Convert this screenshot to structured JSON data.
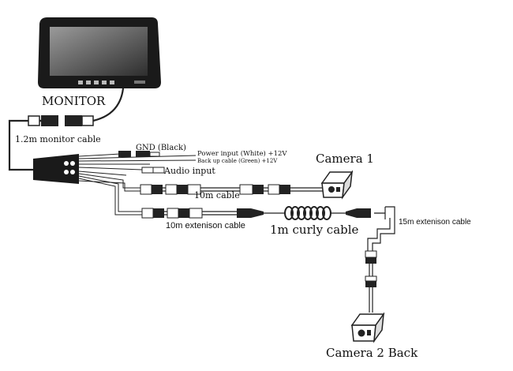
{
  "labels": {
    "monitor": "MONITOR",
    "monitor_cable": "1.2m monitor cable",
    "gnd": "GND (Black)",
    "power": "Power input (White)  +12V",
    "backup": "Back up cable (Green) +12V",
    "audio": "Audio input",
    "camera1": "Camera 1",
    "cable_10m": "10m cable",
    "ext_10m": "10m extenison  cable",
    "curly": "1m curly cable",
    "ext_15m": "15m extenison  cable",
    "camera2": "Camera 2 Back"
  },
  "colors": {
    "line": "#222222",
    "monitor_body": "#1a1a1a",
    "screen_light": "#8a8a8a",
    "screen_dark": "#2b2b2b"
  }
}
